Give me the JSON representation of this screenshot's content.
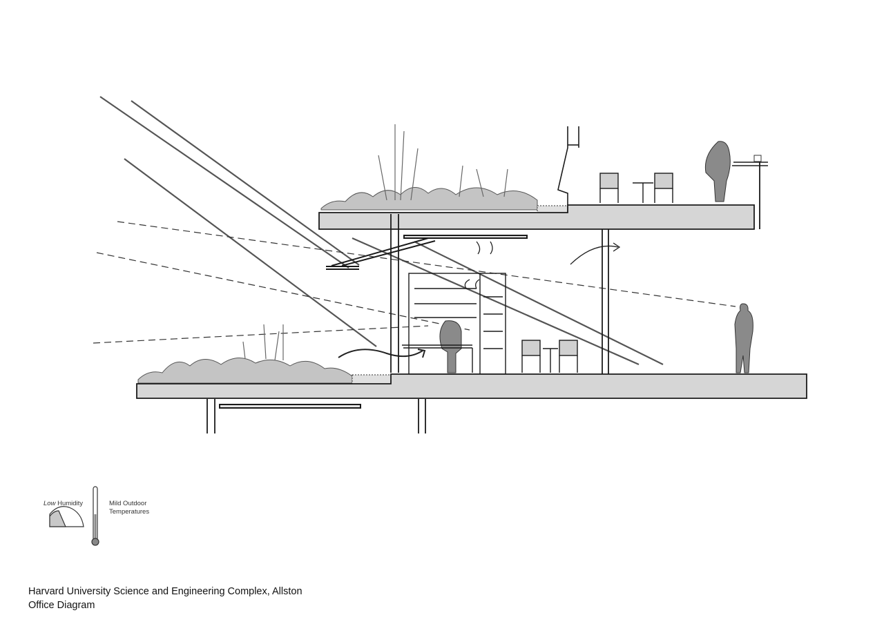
{
  "legend": {
    "humidity_emphasis": "Low",
    "humidity_rest": "Humidity",
    "temperature_line1": "Mild Outdoor",
    "temperature_line2": "Temperatures"
  },
  "caption": {
    "line1": "Harvard University Science and Engineering Complex, Allston",
    "line2": "Office Diagram"
  },
  "colors": {
    "slab_fill": "#d6d6d6",
    "line": "#1a1a1a",
    "vegetation": "#b9b9b9",
    "figure": "#8a8a8a"
  }
}
